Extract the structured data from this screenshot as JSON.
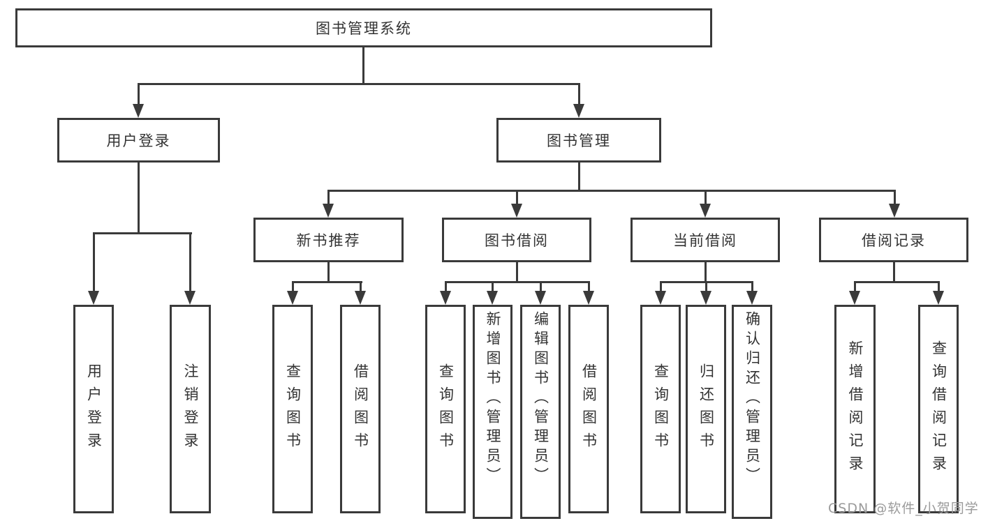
{
  "colors": {
    "line": "#3a3a3a",
    "text": "#333333",
    "watermark": "#9b9b9b",
    "background": "#ffffff"
  },
  "tree": {
    "root": {
      "label": "图书管理系统"
    },
    "branches": [
      {
        "label": "用户登录"
      },
      {
        "label": "图书管理"
      }
    ],
    "sections": [
      {
        "label": "新书推荐"
      },
      {
        "label": "图书借阅"
      },
      {
        "label": "当前借阅"
      },
      {
        "label": "借阅记录"
      }
    ],
    "leaves": [
      {
        "label": "用户登录"
      },
      {
        "label": "注销登录"
      },
      {
        "label": "查询图书"
      },
      {
        "label": "借阅图书"
      },
      {
        "label": "查询图书"
      },
      {
        "label": "新增图书（管理员）"
      },
      {
        "label": "编辑图书（管理员）"
      },
      {
        "label": "借阅图书"
      },
      {
        "label": "查询图书"
      },
      {
        "label": "归还图书"
      },
      {
        "label": "确认归还（管理员）"
      },
      {
        "label": "新增借阅记录"
      },
      {
        "label": "查询借阅记录"
      }
    ]
  },
  "watermark": {
    "text": "CSDN @软件_小贺同学"
  }
}
